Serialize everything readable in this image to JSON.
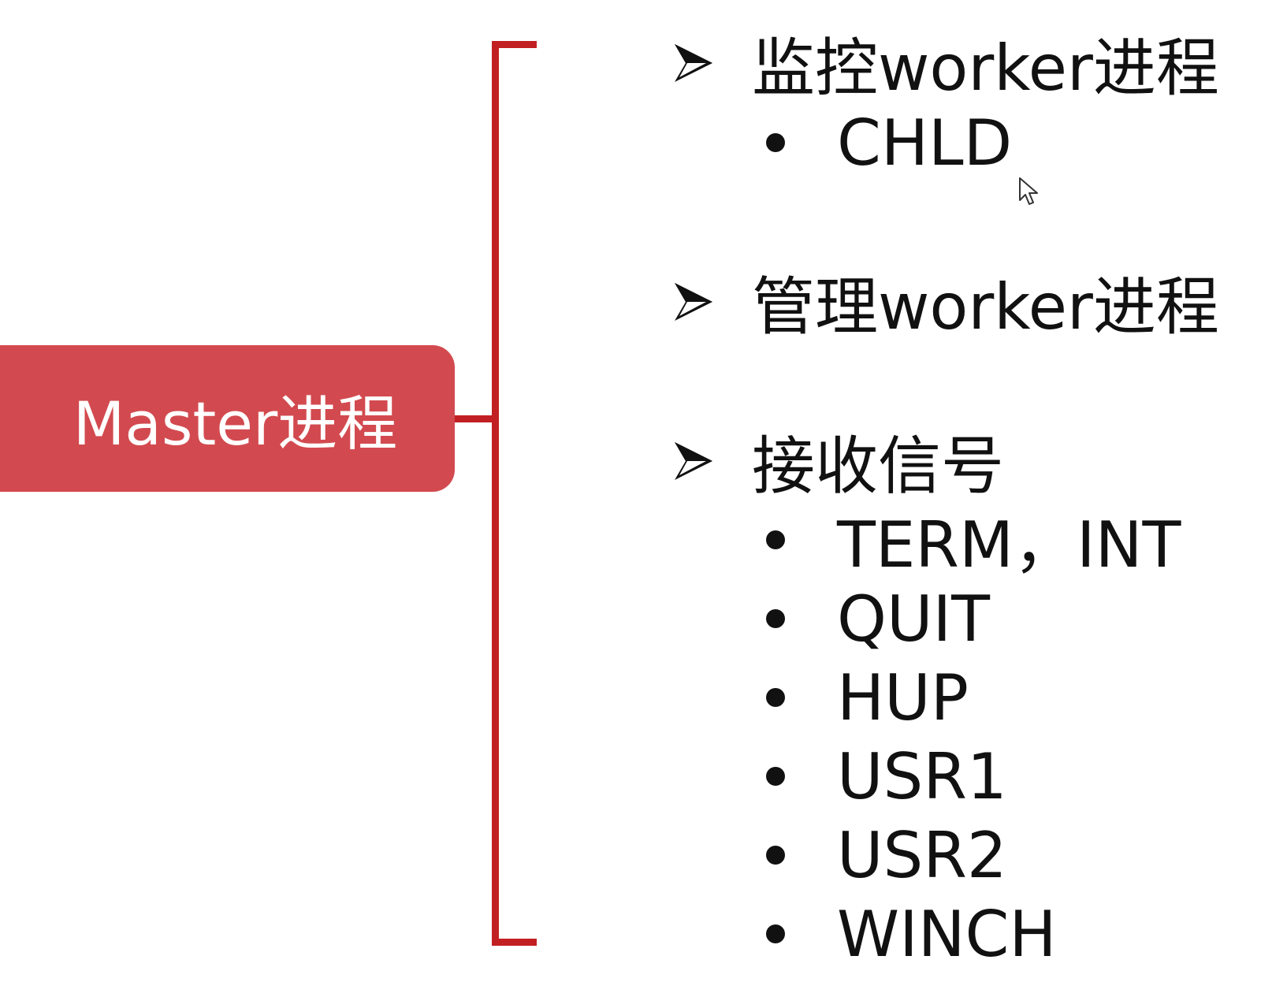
{
  "root": {
    "label": "Master进程",
    "color": "#d24a4f",
    "bracket_color": "#c21f22"
  },
  "sections": [
    {
      "title": "监控worker进程",
      "items": [
        "CHLD"
      ]
    },
    {
      "title": "管理worker进程",
      "items": []
    },
    {
      "title": "接收信号",
      "items": [
        "TERM，INT",
        "QUIT",
        "HUP",
        "USR1",
        "USR2",
        "WINCH"
      ]
    }
  ],
  "icons": {
    "heading_marker": "arrowhead-icon",
    "item_marker": "bullet-dot-icon",
    "pointer": "mouse-cursor-icon"
  }
}
